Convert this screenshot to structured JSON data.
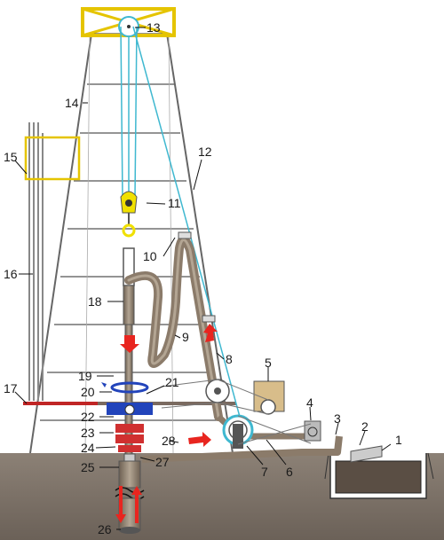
{
  "diagram": {
    "labels": [
      "1",
      "2",
      "3",
      "4",
      "5",
      "6",
      "7",
      "8",
      "9",
      "10",
      "11",
      "12",
      "13",
      "14",
      "15",
      "16",
      "17",
      "18",
      "19",
      "20",
      "21",
      "22",
      "23",
      "24",
      "25",
      "26",
      "27",
      "28"
    ]
  },
  "colors": {
    "pipe": "#8b7b6a",
    "pipe_light": "#a99a88",
    "cable": "#3fb8d0",
    "frame": "#d9d9d9",
    "ground": "#7a6f64",
    "highlight": "#f0e000",
    "arrow": "#e8251f",
    "blue": "#2244bb",
    "preventer": "#d03030"
  }
}
